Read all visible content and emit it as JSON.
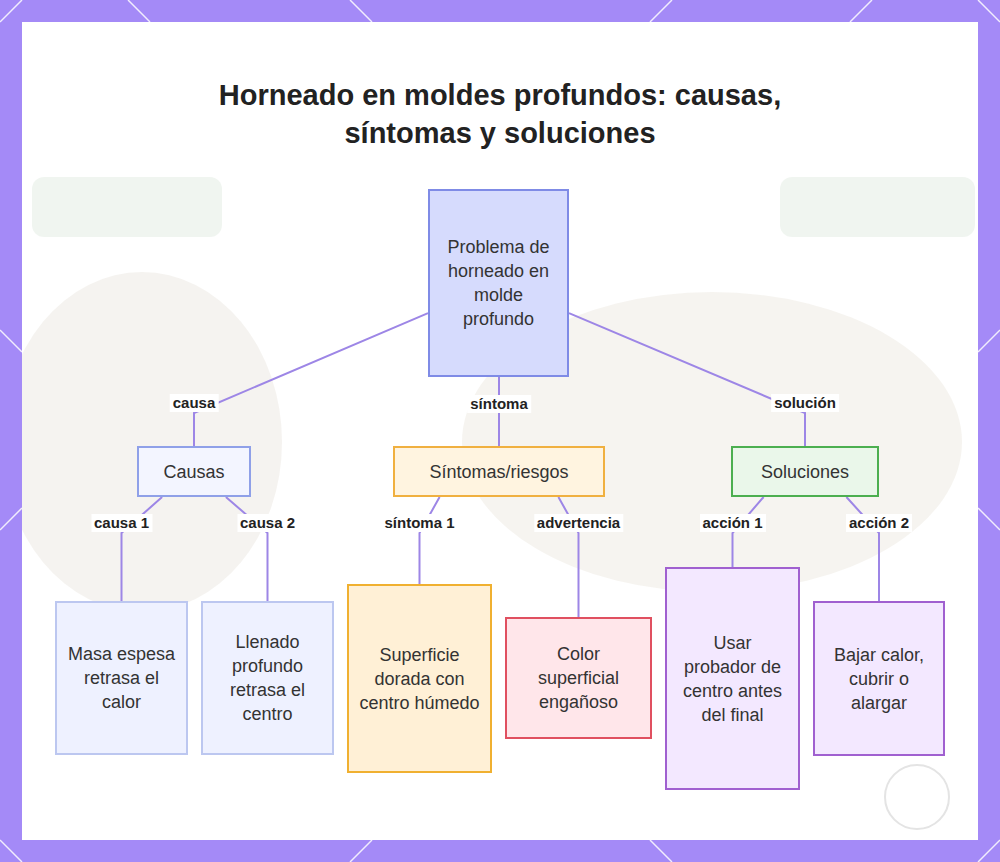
{
  "diagram": {
    "title": "Horneado en moldes profundos: causas, síntomas y soluciones",
    "nodes": [
      {
        "text": [
          "Problema de horneado en molde profundo"
        ]
      },
      {
        "text": [
          "Causas"
        ]
      },
      {
        "text": [
          "Síntomas/riesgos"
        ]
      },
      {
        "text": [
          "Soluciones"
        ]
      },
      {
        "text": [
          "Masa espesa retrasa el calor"
        ]
      },
      {
        "text": [
          "Llenado profundo retrasa el centro"
        ]
      },
      {
        "text": [
          "Superficie dorada con centro húmedo"
        ]
      },
      {
        "text": [
          "Color superficial engañoso"
        ]
      },
      {
        "text": [
          "Usar probador de centro antes del final"
        ]
      },
      {
        "text": [
          "Bajar calor, cubrir o alargar"
        ]
      }
    ],
    "edges": [
      {
        "from": 0,
        "to": 1,
        "label": "causa",
        "arrow": "none"
      },
      {
        "from": 0,
        "to": 2,
        "label": "síntoma",
        "arrow": "none"
      },
      {
        "from": 0,
        "to": 3,
        "label": "solución",
        "arrow": "none"
      },
      {
        "from": 1,
        "to": 4,
        "label": "causa 1",
        "arrow": "none"
      },
      {
        "from": 1,
        "to": 5,
        "label": "causa 2",
        "arrow": "none"
      },
      {
        "from": 2,
        "to": 6,
        "label": "síntoma 1",
        "arrow": "none"
      },
      {
        "from": 2,
        "to": 7,
        "label": "advertencia",
        "arrow": "none"
      },
      {
        "from": 3,
        "to": 8,
        "label": "acción 1",
        "arrow": "none"
      },
      {
        "from": 3,
        "to": 9,
        "label": "acción 2",
        "arrow": "none"
      }
    ]
  }
}
